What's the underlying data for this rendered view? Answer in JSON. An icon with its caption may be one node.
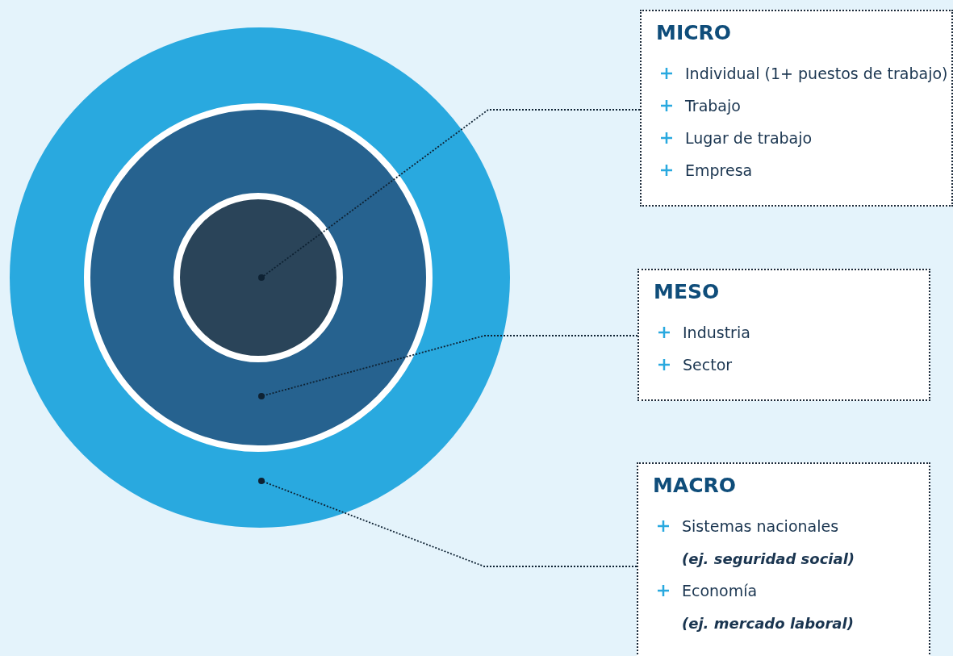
{
  "diagram": {
    "nodes": [
      {
        "text": [],
        "shape": "circle"
      },
      {
        "text": [],
        "shape": "circle",
        "in": 0
      },
      {
        "text": [],
        "shape": "circle",
        "in": 1
      },
      {
        "text": [
          "MICRO",
          "Individual (1+ puestos de trabajo)",
          "Trabajo",
          "Lugar de trabajo",
          "Empresa"
        ]
      },
      {
        "text": [
          "MESO",
          "Industria",
          "Sector"
        ]
      },
      {
        "text": [
          "MACRO",
          "Sistemas nacionales",
          "(ej. seguridad social)",
          "Economía",
          "(ej. mercado laboral)"
        ]
      }
    ],
    "edges": [
      {
        "from": 3,
        "to": 2,
        "arrow": "other"
      },
      {
        "from": 4,
        "to": 1,
        "arrow": "other"
      },
      {
        "from": 5,
        "to": 0,
        "arrow": "other"
      }
    ]
  }
}
